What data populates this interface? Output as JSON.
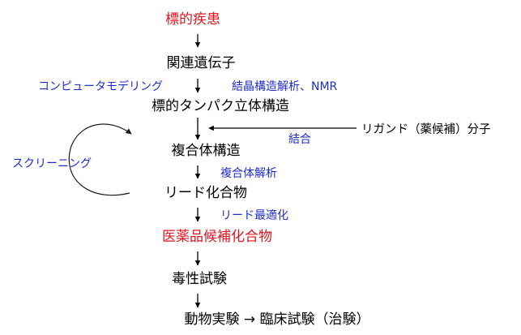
{
  "colors": {
    "highlight": "#e0141c",
    "method": "#1f2ccc",
    "normal": "#000000"
  },
  "nodes": {
    "target_disease": "標的疾患",
    "related_gene": "関連遺伝子",
    "target_protein_structure": "標的タンパク立体構造",
    "complex_structure": "複合体構造",
    "lead_compound": "リード化合物",
    "drug_candidate": "医薬品候補化合物",
    "toxicity_test": "毒性試験",
    "animal_clinical": "動物実験 → 臨床試験（治験）"
  },
  "methods": {
    "computer_modeling": "コンピュータモデリング",
    "crystal_nmr": "結晶構造解析、NMR",
    "binding": "結合",
    "complex_analysis": "複合体解析",
    "lead_optimization": "リード最適化",
    "screening": "スクリーニング"
  },
  "side": {
    "ligand": "リガンド（薬候補）分子"
  }
}
